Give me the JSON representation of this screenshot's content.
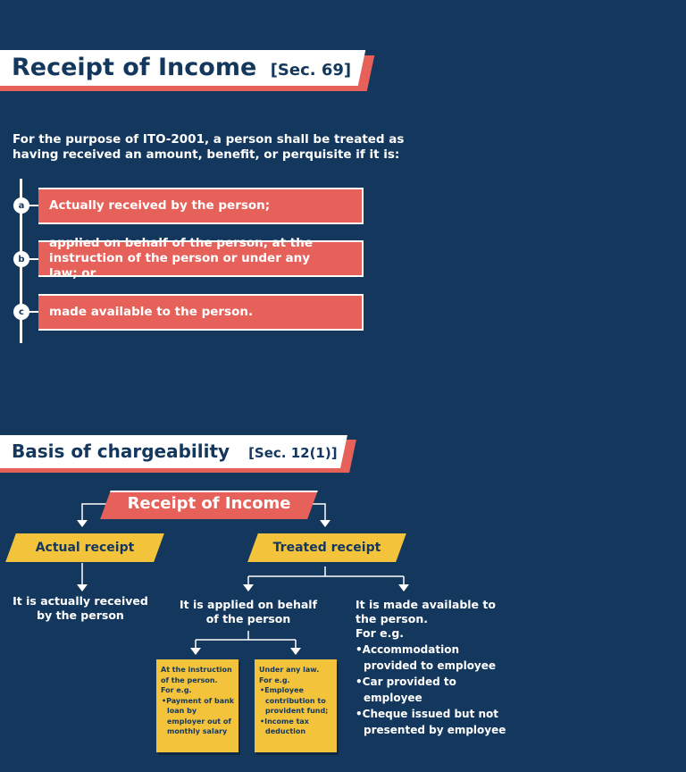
{
  "section1": {
    "title": "Receipt of Income",
    "ref": "[Sec. 69]",
    "intro": "For the purpose of ITO-2001, a person shall be treated as having received an amount, benefit, or perquisite if it is:",
    "items": [
      {
        "marker": "a",
        "text": "Actually received by the person;"
      },
      {
        "marker": "b",
        "text": "applied on behalf of the person, at the instruction of the person or under any law; or"
      },
      {
        "marker": "c",
        "text": "made available to the person."
      }
    ]
  },
  "section2": {
    "title": "Basis of chargeability",
    "ref": "[Sec. 12(1)]",
    "root": "Receipt of Income",
    "actual": {
      "label": "Actual receipt",
      "desc": "It is actually received by the person"
    },
    "treated": {
      "label": "Treated receipt",
      "applied": {
        "desc": "It is applied on behalf of the person",
        "note1": {
          "lead": "At the instruction of the person.",
          "eg": "For e.g.",
          "items": [
            "Payment of bank loan by employer out of monthly salary"
          ]
        },
        "note2": {
          "lead": "Under any law.",
          "eg": "For e.g.",
          "items": [
            "Employee contribution to provident fund;",
            "Income tax deduction"
          ]
        }
      },
      "available": {
        "desc": "It is made available to the person.",
        "eg": "For e.g.",
        "items": [
          "Accommodation provided to employee",
          "Car provided to employee",
          "Cheque issued but not presented by employee"
        ]
      }
    }
  },
  "colors": {
    "background": "#14375d",
    "accent_red": "#e6615a",
    "accent_yellow": "#f3c33b",
    "white": "#ffffff"
  }
}
